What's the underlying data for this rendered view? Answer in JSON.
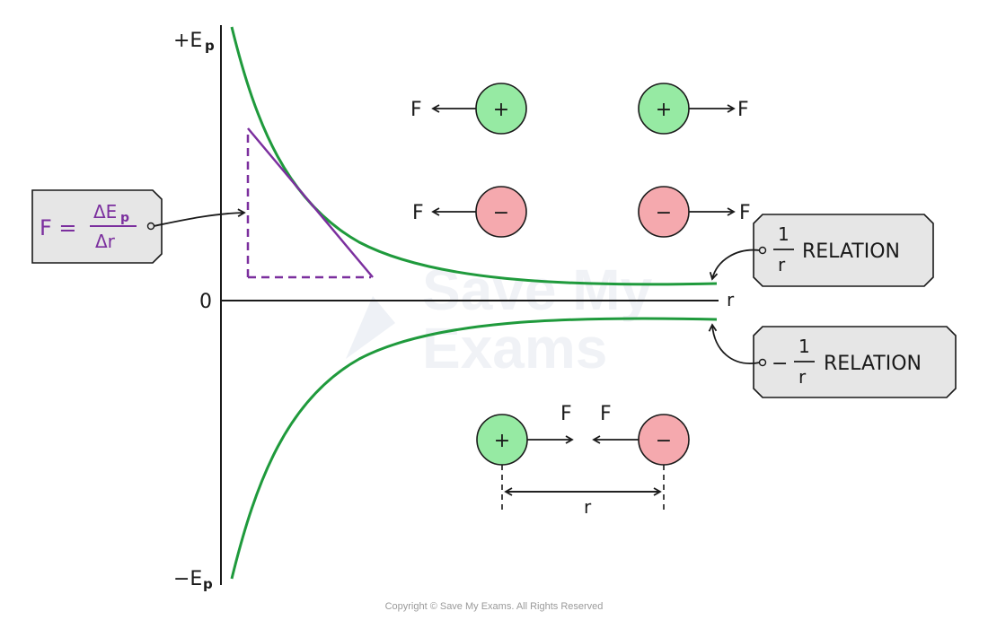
{
  "axes": {
    "y_top_label": "+E",
    "y_top_sub": "p",
    "y_bottom_label": "−E",
    "y_bottom_sub": "p",
    "origin_label": "0",
    "x_label": "r"
  },
  "formula": {
    "lhs": "F =",
    "numerator": "ΔE",
    "numerator_sub": "p",
    "denominator": "Δr"
  },
  "repulsion_positive": {
    "force_left": "F",
    "force_right": "F",
    "charge": "+"
  },
  "repulsion_negative": {
    "force_left": "F",
    "force_right": "F",
    "charge": "−"
  },
  "attraction": {
    "force_left": "F",
    "force_right": "F",
    "charge_left": "+",
    "charge_right": "−",
    "separation": "r"
  },
  "relation_positive": {
    "numerator": "1",
    "denominator": "r",
    "text": "RELATION"
  },
  "relation_negative": {
    "sign": "−",
    "numerator": "1",
    "denominator": "r",
    "text": "RELATION"
  },
  "watermark": {
    "line1": "Save My",
    "line2": "Exams"
  },
  "copyright": "Copyright © Save My Exams. All Rights Reserved",
  "colors": {
    "curve": "#1f9a3c",
    "gradient": "#7b2f9e",
    "positive_charge": "#96eaa3",
    "negative_charge": "#f5a9ae",
    "label_box": "#e6e6e6"
  }
}
